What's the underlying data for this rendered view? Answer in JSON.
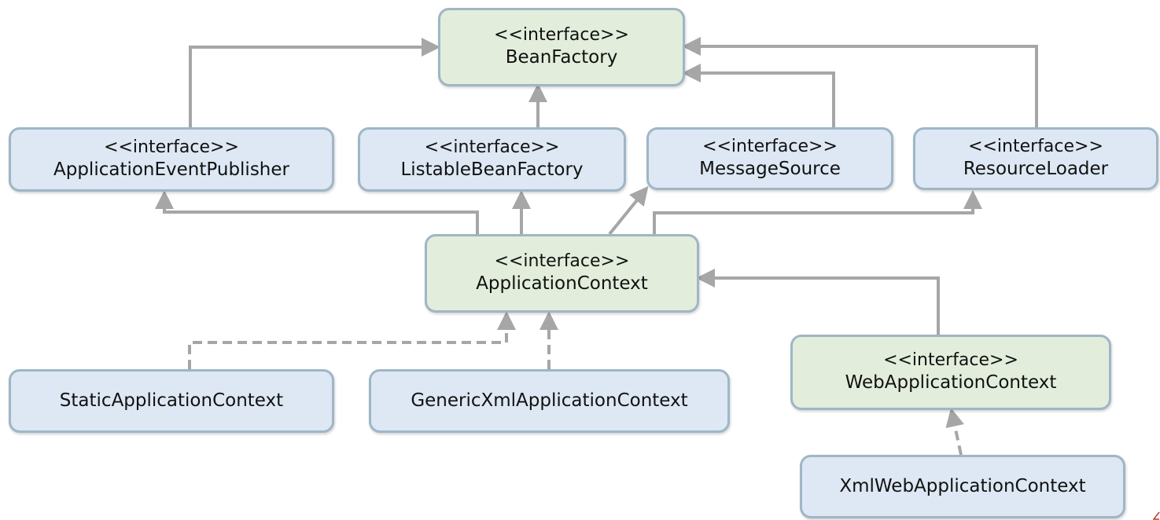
{
  "stereotype": "<<interface>>",
  "nodes": {
    "bean_factory": "BeanFactory",
    "application_event_publisher": "ApplicationEventPublisher",
    "listable_bean_factory": "ListableBeanFactory",
    "message_source": "MessageSource",
    "resource_loader": "ResourceLoader",
    "application_context": "ApplicationContext",
    "web_application_context": "WebApplicationContext",
    "static_application_context": "StaticApplicationContext",
    "generic_xml_application_context": "GenericXmlApplicationContext",
    "xml_web_application_context": "XmlWebApplicationContext"
  },
  "colors": {
    "interface_fill": "#e2eedb",
    "class_fill": "#dde8f4",
    "border": "#9fb6c6",
    "connector": "#a6a6a6",
    "corner_mark": "#c0392b"
  }
}
